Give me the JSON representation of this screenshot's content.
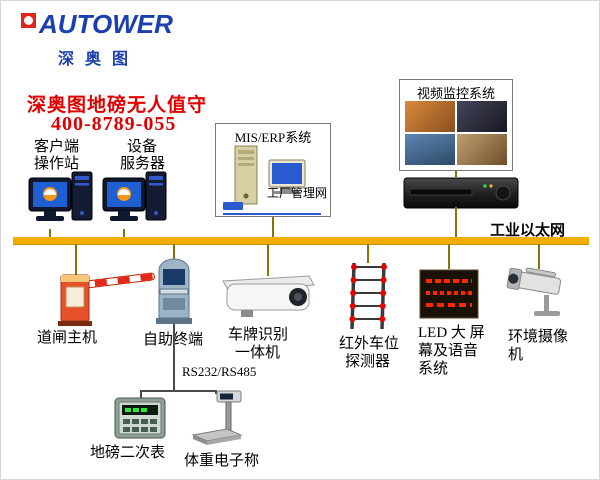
{
  "logo": {
    "brand": "AUTOWER",
    "subtitle": "深奥图"
  },
  "header": {
    "title": "深奥图地磅无人值守",
    "phone": "400-8789-055"
  },
  "top": {
    "client_station": {
      "lines": [
        "客户端",
        "操作站"
      ]
    },
    "device_server": {
      "lines": [
        "设备",
        "服务器"
      ]
    },
    "mis_erp": {
      "title": "MIS/ERP系统",
      "note": "工厂管理网"
    },
    "video_system": {
      "title": "视频监控系统"
    }
  },
  "bus": {
    "label": "工业以太网"
  },
  "devices": {
    "barrier": {
      "label": "道闸主机"
    },
    "kiosk": {
      "label": "自助终端"
    },
    "lpr": {
      "lines": [
        "车牌识别",
        "一体机"
      ]
    },
    "infrared": {
      "lines": [
        "红外车位",
        "探测器"
      ]
    },
    "led": {
      "lines": [
        "LED 大 屏",
        "幕及语音",
        "系统"
      ]
    },
    "env_camera": {
      "lines": [
        "环境摄像",
        "机"
      ]
    },
    "serial_link": {
      "label": "RS232/RS485"
    },
    "indicator": {
      "label": "地磅二次表"
    },
    "scale": {
      "label": "体重电子称"
    }
  },
  "colors": {
    "brand_blue": "#1b3fb0",
    "logo_red": "#e1251b",
    "title_red": "#e00000",
    "bus_yellow": "#f2ae00",
    "led_red": "#ff2800"
  }
}
